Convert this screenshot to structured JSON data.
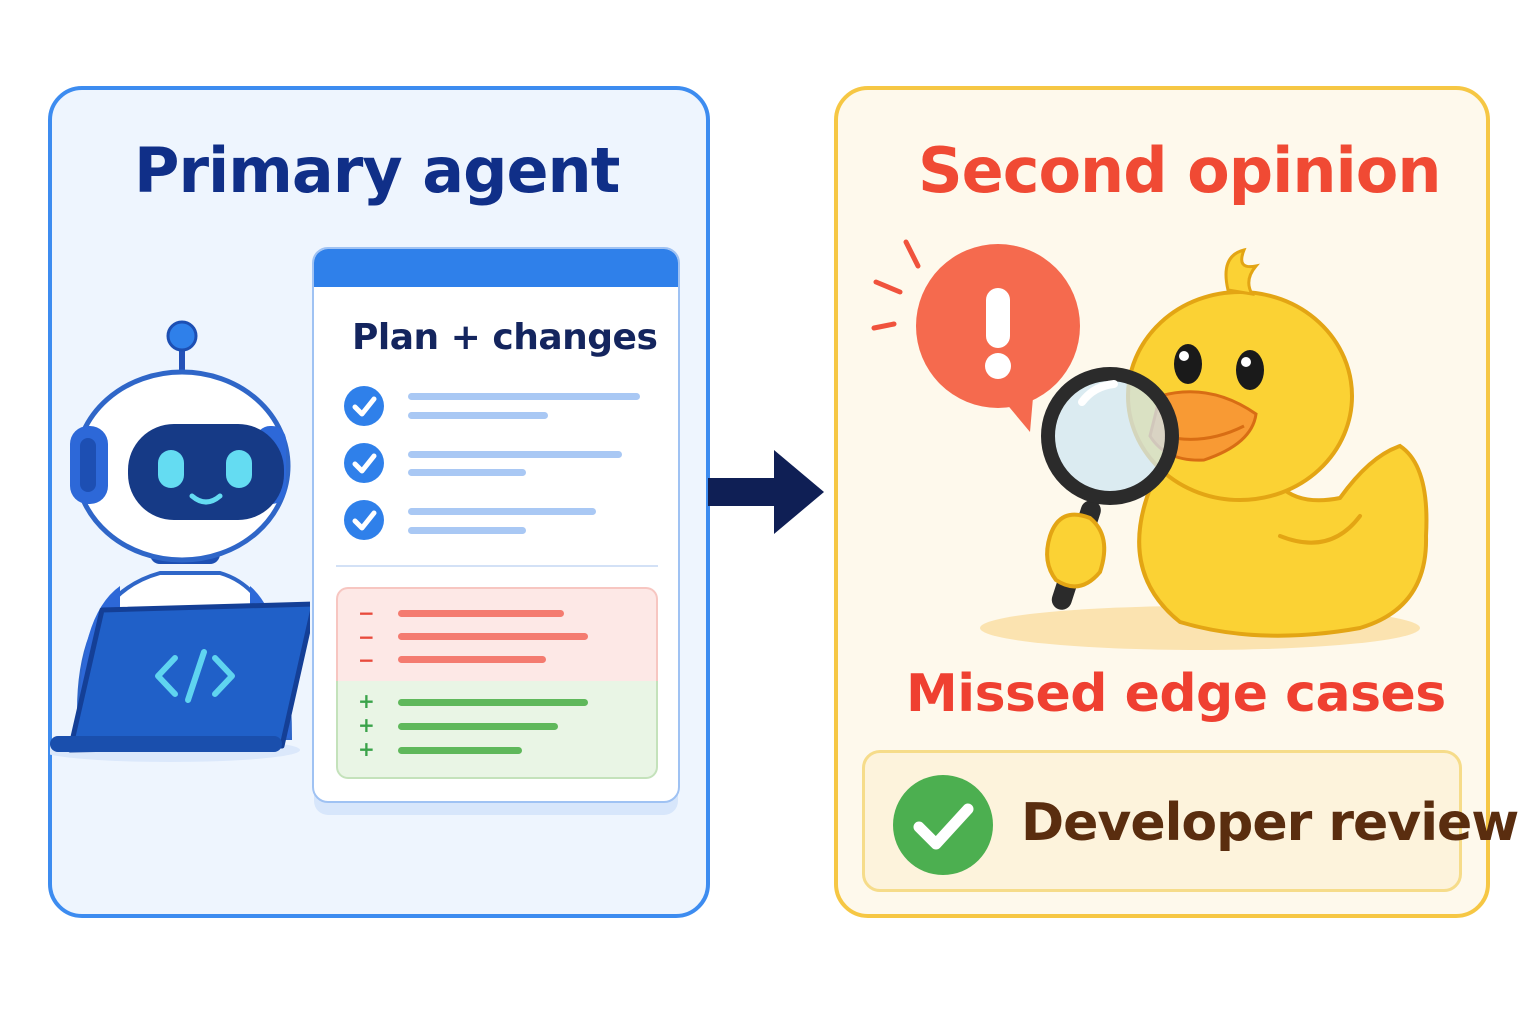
{
  "left_panel": {
    "title": "Primary agent",
    "card": {
      "title": "Plan + changes",
      "removed_sign": "−",
      "added_sign": "+"
    }
  },
  "right_panel": {
    "title": "Second opinion",
    "subtitle": "Missed edge cases",
    "review_label": "Developer review"
  },
  "colors": {
    "primary_blue": "#2f80ea",
    "navy": "#102f88",
    "accent_red": "#f04a34",
    "duck_yellow": "#fbd234",
    "success_green": "#4caf50",
    "panel_border_yellow": "#f6c744"
  }
}
